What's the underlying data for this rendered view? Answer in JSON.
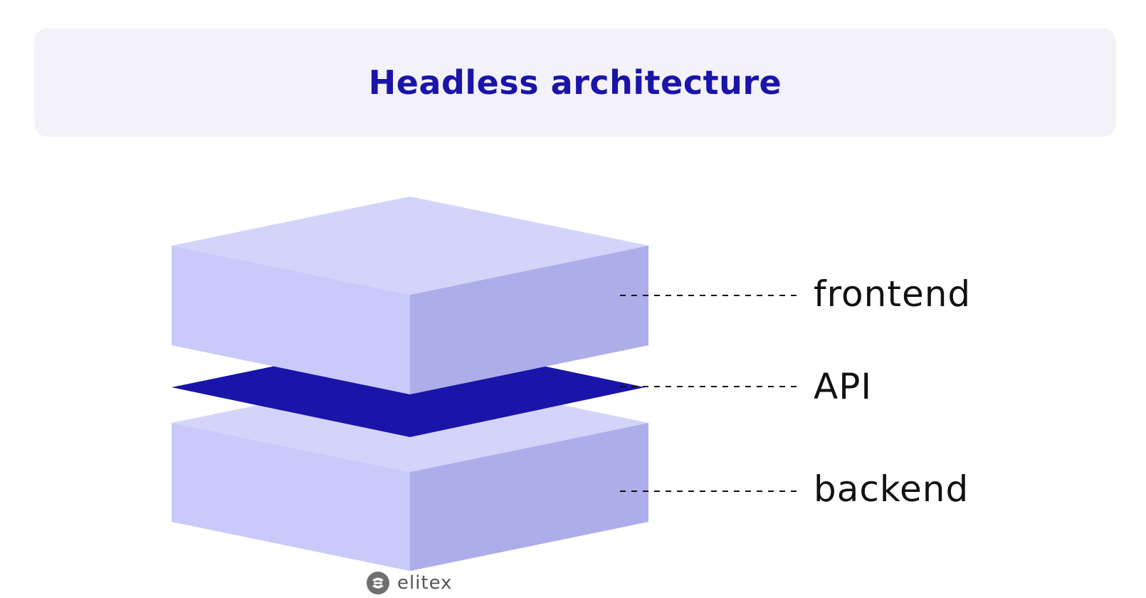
{
  "header": {
    "title": "Headless architecture"
  },
  "layers": [
    {
      "id": "frontend",
      "label": "frontend"
    },
    {
      "id": "api",
      "label": "API"
    },
    {
      "id": "backend",
      "label": "backend"
    }
  ],
  "colors": {
    "title": "#1a14a8",
    "header_bg": "#f3f2f9",
    "block_top": "#d4d4fb",
    "block_left": "#c9c9fa",
    "block_right": "#adadea",
    "api_plane": "#1a14a8",
    "label_text": "#111111",
    "connector": "#111111"
  },
  "logo": {
    "icon": "elitex-logo-icon",
    "text": "elitex"
  }
}
